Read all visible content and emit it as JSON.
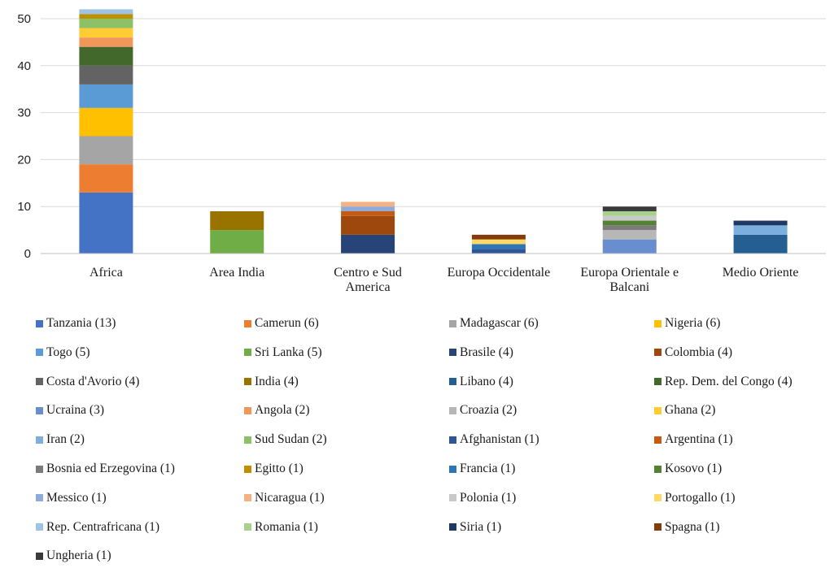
{
  "chart_data": {
    "type": "bar",
    "stacked": true,
    "ylim": [
      0,
      50
    ],
    "yticks": [
      "0",
      "10",
      "20",
      "30",
      "40",
      "50"
    ],
    "grid": true,
    "legend_position": "bottom",
    "categories": [
      [
        "Africa"
      ],
      [
        "Area India"
      ],
      [
        "Centro e Sud",
        "America"
      ],
      [
        "Europa Occidentale"
      ],
      [
        "Europa Orientale e",
        "Balcani"
      ],
      [
        "Medio Oriente"
      ]
    ],
    "series": [
      {
        "name": "Tanzania (13)",
        "color": "#4472c4",
        "values": [
          13,
          0,
          0,
          0,
          0,
          0
        ]
      },
      {
        "name": "Camerun (6)",
        "color": "#ed7d31",
        "values": [
          6,
          0,
          0,
          0,
          0,
          0
        ]
      },
      {
        "name": "Madagascar (6)",
        "color": "#a5a5a5",
        "values": [
          6,
          0,
          0,
          0,
          0,
          0
        ]
      },
      {
        "name": "Nigeria (6)",
        "color": "#ffc000",
        "values": [
          6,
          0,
          0,
          0,
          0,
          0
        ]
      },
      {
        "name": "Togo (5)",
        "color": "#5b9bd5",
        "values": [
          5,
          0,
          0,
          0,
          0,
          0
        ]
      },
      {
        "name": "Sri Lanka (5)",
        "color": "#70ad47",
        "values": [
          0,
          5,
          0,
          0,
          0,
          0
        ]
      },
      {
        "name": "Brasile (4)",
        "color": "#264478",
        "values": [
          0,
          0,
          4,
          0,
          0,
          0
        ]
      },
      {
        "name": "Colombia (4)",
        "color": "#9e480e",
        "values": [
          0,
          0,
          4,
          0,
          0,
          0
        ]
      },
      {
        "name": "Costa d'Avorio (4)",
        "color": "#636363",
        "values": [
          4,
          0,
          0,
          0,
          0,
          0
        ]
      },
      {
        "name": "India (4)",
        "color": "#997300",
        "values": [
          0,
          4,
          0,
          0,
          0,
          0
        ]
      },
      {
        "name": "Libano (4)",
        "color": "#255e91",
        "values": [
          0,
          0,
          0,
          0,
          0,
          4
        ]
      },
      {
        "name": "Rep. Dem. del Congo (4)",
        "color": "#43682b",
        "values": [
          4,
          0,
          0,
          0,
          0,
          0
        ]
      },
      {
        "name": "Ucraina (3)",
        "color": "#698ed0",
        "values": [
          0,
          0,
          0,
          0,
          3,
          0
        ]
      },
      {
        "name": "Angola (2)",
        "color": "#f1975a",
        "values": [
          2,
          0,
          0,
          0,
          0,
          0
        ]
      },
      {
        "name": "Croazia (2)",
        "color": "#b7b7b7",
        "values": [
          0,
          0,
          0,
          0,
          2,
          0
        ]
      },
      {
        "name": "Ghana (2)",
        "color": "#ffcd33",
        "values": [
          2,
          0,
          0,
          0,
          0,
          0
        ]
      },
      {
        "name": "Iran (2)",
        "color": "#7cafdd",
        "values": [
          0,
          0,
          0,
          0,
          0,
          2
        ]
      },
      {
        "name": "Sud Sudan (2)",
        "color": "#8cc168",
        "values": [
          2,
          0,
          0,
          0,
          0,
          0
        ]
      },
      {
        "name": "Afghanistan (1)",
        "color": "#2e5597",
        "values": [
          0,
          0,
          0,
          1,
          0,
          0
        ]
      },
      {
        "name": "Argentina (1)",
        "color": "#c55a11",
        "values": [
          0,
          0,
          1,
          0,
          0,
          0
        ]
      },
      {
        "name": "Bosnia ed Erzegovina (1)",
        "color": "#7b7b7b",
        "values": [
          0,
          0,
          0,
          0,
          1,
          0
        ]
      },
      {
        "name": "Egitto (1)",
        "color": "#bf8f00",
        "values": [
          1,
          0,
          0,
          0,
          0,
          0
        ]
      },
      {
        "name": "Francia (1)",
        "color": "#2e75b6",
        "values": [
          0,
          0,
          0,
          1,
          0,
          0
        ]
      },
      {
        "name": "Kosovo (1)",
        "color": "#548235",
        "values": [
          0,
          0,
          0,
          0,
          1,
          0
        ]
      },
      {
        "name": "Messico (1)",
        "color": "#8faadc",
        "values": [
          0,
          0,
          1,
          0,
          0,
          0
        ]
      },
      {
        "name": "Nicaragua (1)",
        "color": "#f4b183",
        "values": [
          0,
          0,
          1,
          0,
          0,
          0
        ]
      },
      {
        "name": "Polonia (1)",
        "color": "#c9c9c9",
        "values": [
          0,
          0,
          0,
          0,
          1,
          0
        ]
      },
      {
        "name": "Portogallo (1)",
        "color": "#ffd966",
        "values": [
          0,
          0,
          0,
          1,
          0,
          0
        ]
      },
      {
        "name": "Rep. Centrafricana (1)",
        "color": "#9dc3e6",
        "values": [
          1,
          0,
          0,
          0,
          0,
          0
        ]
      },
      {
        "name": "Romania (1)",
        "color": "#a9d18e",
        "values": [
          0,
          0,
          0,
          0,
          1,
          0
        ]
      },
      {
        "name": "Siria (1)",
        "color": "#203864",
        "values": [
          0,
          0,
          0,
          0,
          0,
          1
        ]
      },
      {
        "name": "Spagna (1)",
        "color": "#843c0c",
        "values": [
          0,
          0,
          0,
          1,
          0,
          0
        ]
      },
      {
        "name": "Ungheria (1)",
        "color": "#3a3a3a",
        "values": [
          0,
          0,
          0,
          0,
          1,
          0
        ]
      }
    ]
  }
}
